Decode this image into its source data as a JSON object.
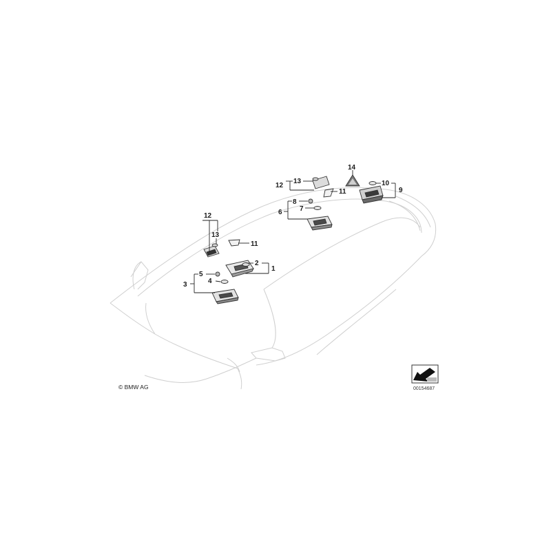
{
  "diagram": {
    "copyright": "© BMW AG",
    "document_number": "00154687",
    "callouts": {
      "c1": "1",
      "c2": "2",
      "c3": "3",
      "c4": "4",
      "c5": "5",
      "c6": "6",
      "c7": "7",
      "c8": "8",
      "c9": "9",
      "c10": "10",
      "c11a": "11",
      "c11b": "11",
      "c12a": "12",
      "c12b": "12",
      "c13a": "13",
      "c13b": "13",
      "c14": "14"
    }
  }
}
